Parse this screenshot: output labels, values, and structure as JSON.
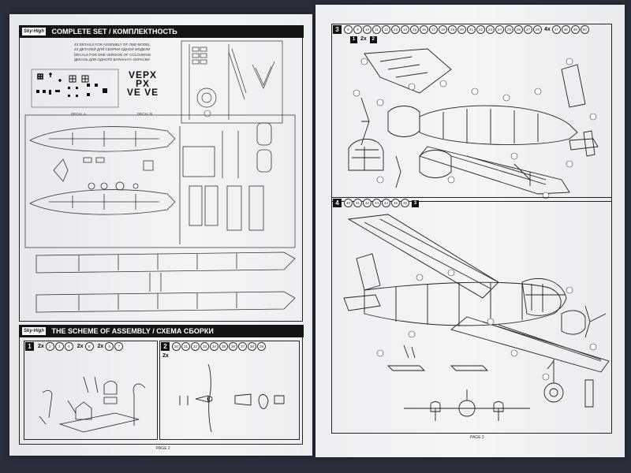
{
  "left_page": {
    "complete_set": {
      "brand": "Sky-High",
      "title": "COMPLETE SET / КОМПЛЕКТНОСТЬ",
      "notes": [
        "4X DETAILS FOR ASSEMBLY OF ONE MODEL",
        "4X ДЕТАЛЕЙ ДЛЯ СБОРКИ ОДНОЙ МОДЕЛИ",
        "DECALS FOR ONE VERSION OF COLOURING",
        "ДЕКАЛЬ ДЛЯ ОДНОГО ВАРИАНТА ОКРАСКИ"
      ],
      "decal_a_label": "DECAL A",
      "decal_b_label": "DECAL B",
      "decal_b_rows": [
        "VEPX",
        "PX",
        "VE VE"
      ]
    },
    "assembly": {
      "brand": "Sky-High",
      "title": "THE SCHEME OF ASSEMBLY / СХЕМА СБОРКИ",
      "step1": {
        "number": "1",
        "parts": [
          {
            "qty": "2x",
            "ids": [
              "2",
              "3",
              "4"
            ]
          },
          {
            "qty": "2x",
            "ids": [
              "5"
            ]
          },
          {
            "qty": "2x",
            "ids": [
              "6",
              "7"
            ]
          }
        ]
      },
      "step2": {
        "number": "2",
        "qty_note": "2x",
        "parts": [
          "30",
          "31",
          "32",
          "33",
          "34",
          "35",
          "36",
          "37",
          "38",
          "39"
        ]
      }
    },
    "page_number": "PAGE 2"
  },
  "right_page": {
    "step3": {
      "number": "3",
      "parts_a": [
        "8",
        "9",
        "10",
        "11",
        "12",
        "13",
        "14",
        "15",
        "16",
        "17",
        "18",
        "19",
        "20",
        "21",
        "22",
        "23",
        "24",
        "25",
        "26",
        "27",
        "28"
      ],
      "qty": "4x",
      "parts_b": [
        "47",
        "48",
        "49",
        "50"
      ],
      "sub_ref": "1",
      "sub_qty": "2x",
      "sub_ref2": "2"
    },
    "step4": {
      "number": "4",
      "parts": [
        "40",
        "41",
        "42",
        "43",
        "44",
        "45",
        "46"
      ],
      "ref": "3"
    },
    "page_number": "PAGE 3"
  },
  "colors": {
    "paper": "#f1f2f4",
    "ink": "#141414",
    "background": "#2a2e3a"
  }
}
